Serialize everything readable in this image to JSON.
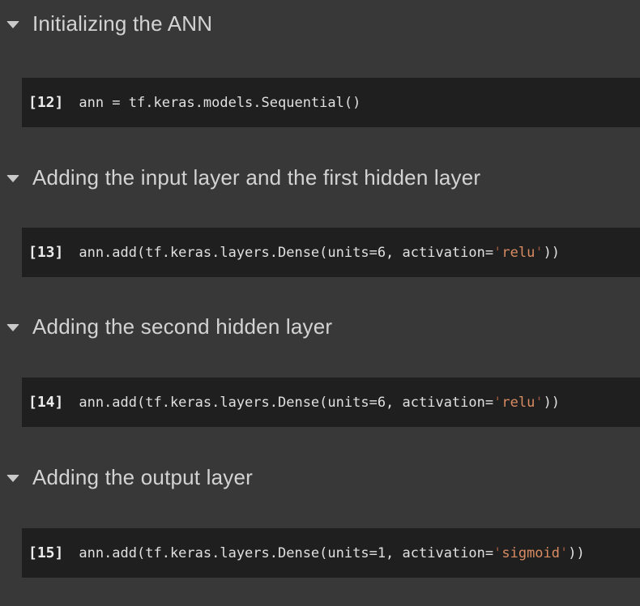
{
  "theme": {
    "page_bg": "#383838",
    "cell_bg": "#1f1f1f",
    "header_text": "#d3d3d3",
    "code_text": "#e0e0e0",
    "string_color": "#d98b62",
    "string_quote_color": "#96573d",
    "exec_count_color": "#ececec",
    "collapse_arrow_color": "#c9c9c9"
  },
  "sections": [
    {
      "title": "Initializing the ANN",
      "collapse_state": "expanded",
      "exec": "[12]",
      "code": [
        {
          "t": "ann = tf.keras.models.Sequential()"
        }
      ]
    },
    {
      "title": "Adding the input layer and the first hidden layer",
      "collapse_state": "expanded",
      "exec": "[13]",
      "code": [
        {
          "t": "ann.add(tf.keras.layers.Dense(units=6, activation="
        },
        {
          "t": "'"
        },
        {
          "t": "relu"
        },
        {
          "t": "'"
        },
        {
          "t": "))"
        }
      ]
    },
    {
      "title": "Adding the second hidden layer",
      "collapse_state": "expanded",
      "exec": "[14]",
      "code": [
        {
          "t": "ann.add(tf.keras.layers.Dense(units=6, activation="
        },
        {
          "t": "'"
        },
        {
          "t": "relu"
        },
        {
          "t": "'"
        },
        {
          "t": "))"
        }
      ]
    },
    {
      "title": "Adding the output layer",
      "collapse_state": "expanded",
      "exec": "[15]",
      "code": [
        {
          "t": "ann.add(tf.keras.layers.Dense(units=1, activation="
        },
        {
          "t": "'"
        },
        {
          "t": "sigmoid"
        },
        {
          "t": "'"
        },
        {
          "t": "))"
        }
      ]
    }
  ]
}
